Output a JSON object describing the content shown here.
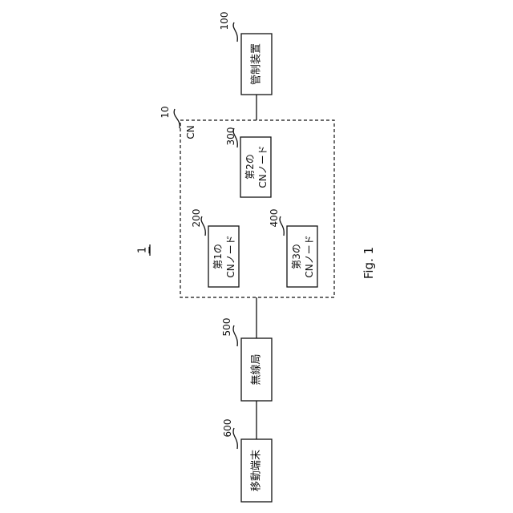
{
  "figure": {
    "system_ref": "1",
    "caption": "Fig. 1"
  },
  "cn": {
    "ref": "10",
    "label": "CN"
  },
  "nodes": {
    "control_device": {
      "ref": "100",
      "label": "管制装置"
    },
    "cn_node_1": {
      "ref": "200",
      "line1": "第1の",
      "line2": "CNノード"
    },
    "cn_node_2": {
      "ref": "300",
      "line1": "第2の",
      "line2": "CNノード"
    },
    "cn_node_3": {
      "ref": "400",
      "line1": "第3の",
      "line2": "CNノード"
    },
    "radio_station": {
      "ref": "500",
      "label": "無線局"
    },
    "mobile_terminal": {
      "ref": "600",
      "label": "移動端末"
    }
  }
}
